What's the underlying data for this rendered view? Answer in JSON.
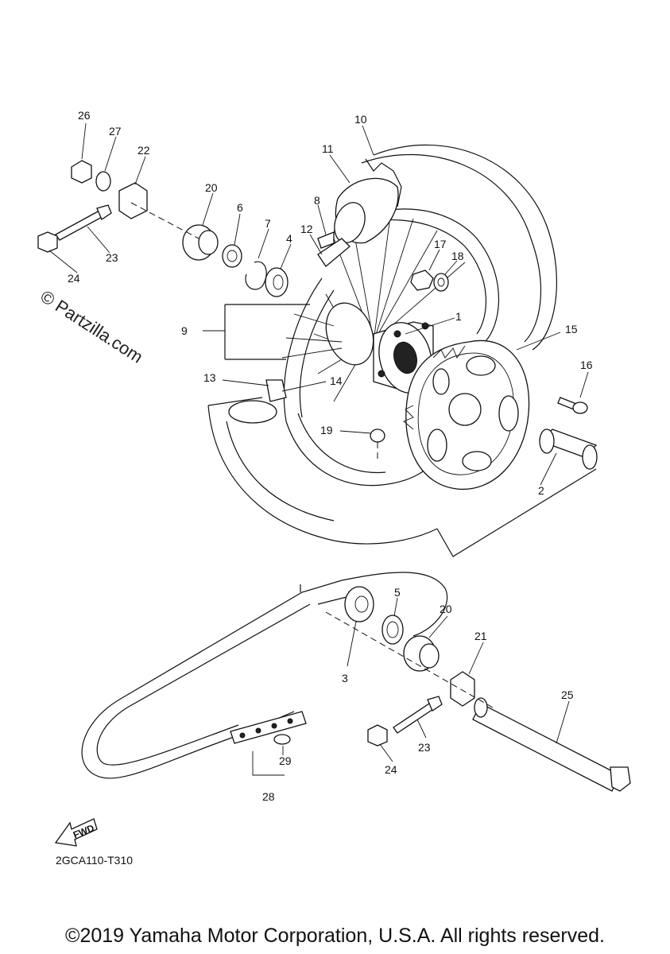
{
  "watermark": "© Partzilla.com",
  "diagram_code": "2GCA110-T310",
  "copyright": "©2019 Yamaha Motor Corporation, U.S.A. All rights reserved.",
  "fwd_label": "FWD",
  "callouts": {
    "c1": "1",
    "c2": "2",
    "c3": "3",
    "c4": "4",
    "c5": "5",
    "c6": "6",
    "c7": "7",
    "c8": "8",
    "c9": "9",
    "c10": "10",
    "c11": "11",
    "c12": "12",
    "c13": "13",
    "c14": "14",
    "c15": "15",
    "c16": "16",
    "c17": "17",
    "c18": "18",
    "c19": "19",
    "c20a": "20",
    "c20b": "20",
    "c21": "21",
    "c22": "22",
    "c23a": "23",
    "c23b": "23",
    "c24a": "24",
    "c24b": "24",
    "c25": "25",
    "c26": "26",
    "c27": "27",
    "c28": "28",
    "c29": "29"
  }
}
